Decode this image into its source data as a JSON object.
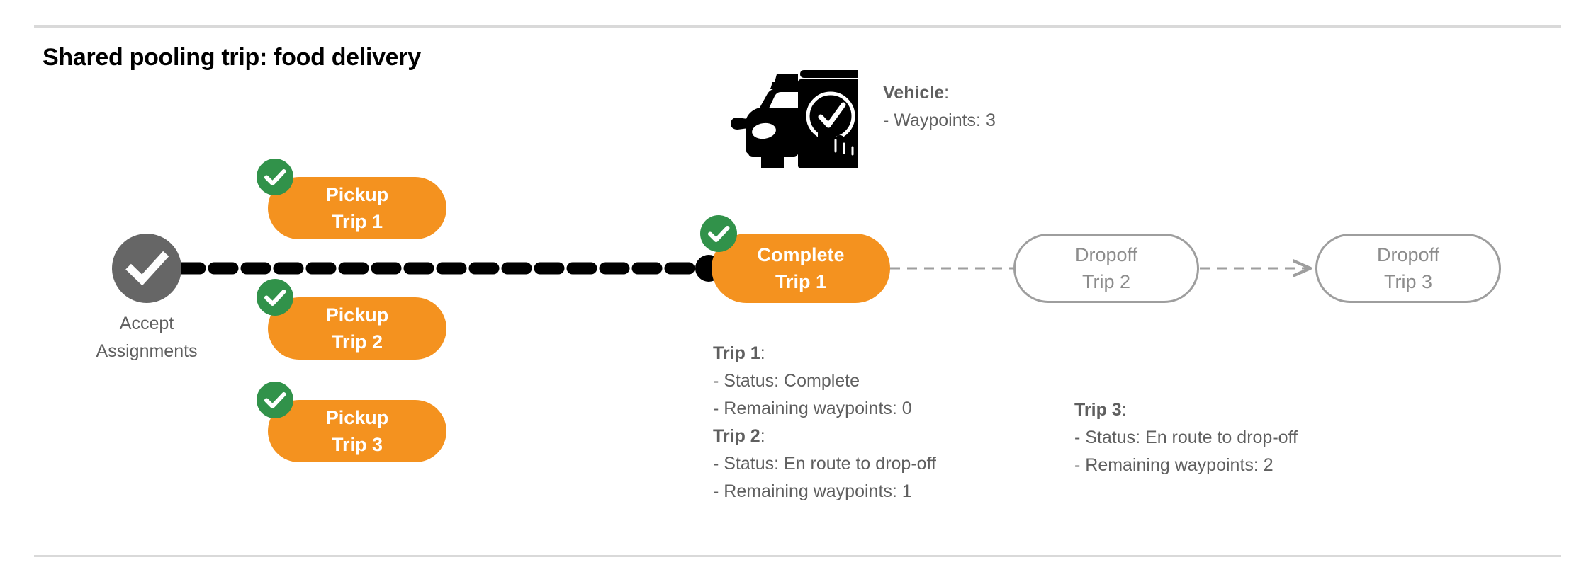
{
  "page": {
    "title": "Shared pooling trip: food delivery"
  },
  "colors": {
    "pill_fill": "#f4921f",
    "badge_green": "#31924a",
    "accept_gray": "#666666",
    "outline_gray": "#9e9e9e",
    "text_gray": "#5f5f5f",
    "rule_gray": "#d9d9d9",
    "connector_black": "#000000"
  },
  "start_node": {
    "icon": "check-circle-icon",
    "label_line1": "Accept",
    "label_line2": "Assignments"
  },
  "pickups": [
    {
      "badge": "check-badge-icon",
      "line1": "Pickup",
      "line2": "Trip 1"
    },
    {
      "badge": "check-badge-icon",
      "line1": "Pickup",
      "line2": "Trip 2"
    },
    {
      "badge": "check-badge-icon",
      "line1": "Pickup",
      "line2": "Trip 3"
    }
  ],
  "flow_nodes": [
    {
      "badge": "check-badge-icon",
      "line1": "Complete",
      "line2": "Trip 1",
      "state": "filled"
    },
    {
      "badge": null,
      "line1": "Dropoff",
      "line2": "Trip 2",
      "state": "outlined"
    },
    {
      "badge": null,
      "line1": "Dropoff",
      "line2": "Trip 3",
      "state": "outlined"
    }
  ],
  "vehicle": {
    "icon": "car-phone-check-icon",
    "heading": "Vehicle",
    "heading_suffix": ":",
    "waypoints_line": "- Waypoints: 3"
  },
  "trip_details_left": {
    "trip1_heading": "Trip 1",
    "trip1_heading_suffix": ":",
    "trip1_status": "- Status:  Complete",
    "trip1_waypoints": "- Remaining waypoints: 0",
    "trip2_heading": "Trip 2",
    "trip2_heading_suffix": ":",
    "trip2_status": "- Status:  En route to drop-off",
    "trip2_waypoints": "- Remaining waypoints: 1"
  },
  "trip_details_right": {
    "trip3_heading": "Trip 3",
    "trip3_heading_suffix": ":",
    "trip3_status": "- Status:  En route to drop-off",
    "trip3_waypoints": "- Remaining waypoints: 2"
  }
}
